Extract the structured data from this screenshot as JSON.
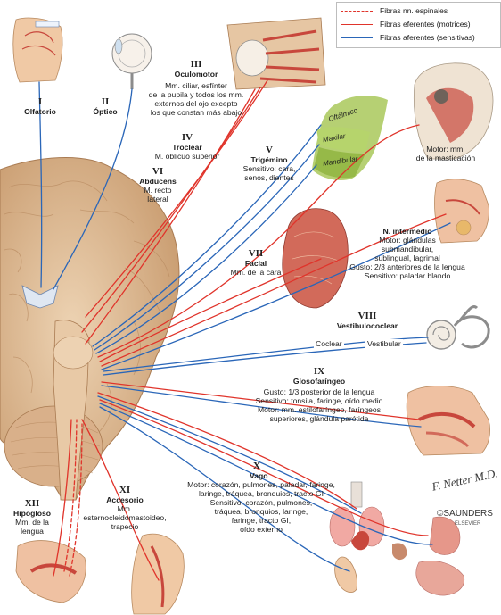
{
  "legend": {
    "spinal": "Fibras nn. espinales",
    "efferent": "Fibras eferentes (motrices)",
    "afferent": "Fibras aferentes (sensitivas)"
  },
  "colors": {
    "efferent": "#e0342b",
    "afferent": "#2a66b8",
    "brain": "#e6c6a3",
    "brainDark": "#c99f77",
    "skin": "#f0c9a5",
    "muscle": "#c8473c"
  },
  "nerves": {
    "I": {
      "num": "I",
      "name": "Olfatorio"
    },
    "II": {
      "num": "II",
      "name": "Óptico"
    },
    "III": {
      "num": "III",
      "name": "Oculomotor",
      "desc": [
        "Mm. ciliar, esfínter",
        "de la pupila y todos los mm.",
        "externos del ojo excepto",
        "los que constan más abajo"
      ]
    },
    "IV": {
      "num": "IV",
      "name": "Troclear",
      "desc": [
        "M. oblicuo superior"
      ]
    },
    "V": {
      "num": "V",
      "name": "Trigémino",
      "desc": [
        "Sensitivo: cara,",
        "senos, dientes"
      ]
    },
    "VI": {
      "num": "VI",
      "name": "Abducens",
      "desc": [
        "M. recto",
        "lateral"
      ]
    },
    "VII": {
      "num": "VII",
      "name": "Facial",
      "desc": [
        "Mm. de la cara"
      ]
    },
    "VIII": {
      "num": "VIII",
      "name": "Vestibulococlear"
    },
    "IX": {
      "num": "IX",
      "name": "Glosofaríngeo",
      "desc": [
        "Gusto: 1/3 posterior de la lengua",
        "Sensitivo: tonsila, faringe, oído medio",
        "Motor: mm. estilofaríngeo, faríngeos",
        "superiores, glándula parótida"
      ]
    },
    "X": {
      "num": "X",
      "name": "Vago",
      "desc": [
        "Motor: corazón, pulmones, paladar, faringe,",
        "laringe, tráquea, bronquios, tracto GI",
        "Sensitivo: corazón, pulmones,",
        "tráquea, bronquios, laringe,",
        "faringe, tracto GI,",
        "oído externo"
      ]
    },
    "XI": {
      "num": "XI",
      "name": "Accesorio",
      "desc": [
        "Mm.",
        "esternocleidomastoideo,",
        "trapecio"
      ]
    },
    "XII": {
      "num": "XII",
      "name": "Hipogloso",
      "desc": [
        "Mm. de la",
        "lengua"
      ]
    }
  },
  "trigeminal_branches": [
    "Oftálmico",
    "Maxilar",
    "Mandibular"
  ],
  "trigeminal_motor": [
    "Motor: mm.",
    "de la masticación"
  ],
  "intermedio": {
    "name": "N. intermedio",
    "desc": [
      "Motor: glándulas",
      "submandibular,",
      "sublingual, lagrimal",
      "Gusto: 2/3 anteriores de la lengua",
      "Sensitivo: paladar blando"
    ]
  },
  "vestibulo_branches": {
    "coclear": "Coclear",
    "vestibular": "Vestibular"
  },
  "publisher": {
    "signature": "F. Netter M.D.",
    "brand": "SAUNDERS",
    "sub": "ELSEVIER",
    "copyright": "©"
  }
}
